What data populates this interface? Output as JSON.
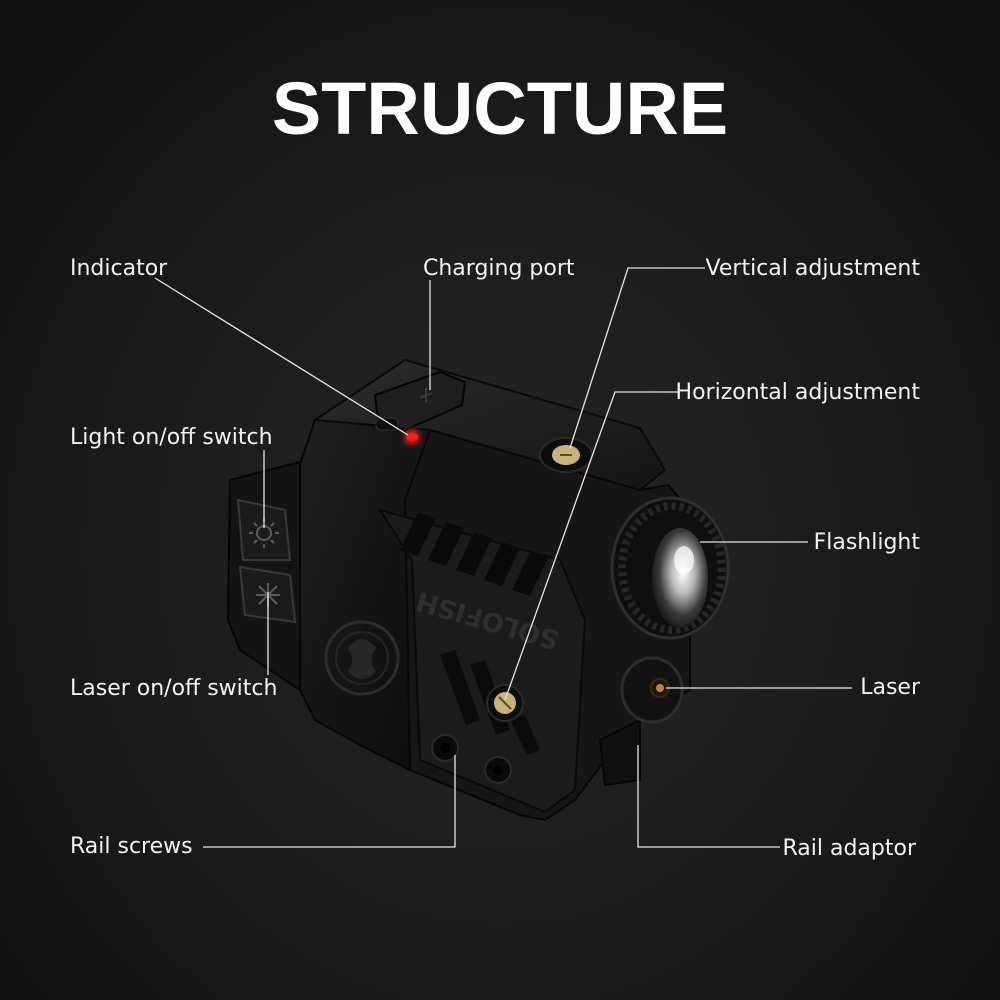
{
  "title": "STRUCTURE",
  "brand": "SOLOFISH",
  "labels": {
    "indicator": "Indicator",
    "charging_port": "Charging port",
    "vertical_adjustment": "Vertical adjustment",
    "horizontal_adjustment": "Horizontal adjustment",
    "light_switch": "Light on/off switch",
    "flashlight": "Flashlight",
    "laser_switch": "Laser on/off switch",
    "laser": "Laser",
    "rail_screws": "Rail screws",
    "rail_adaptor": "Rail adaptor"
  },
  "colors": {
    "indicator_led": "#ff1a1a",
    "laser_aperture": "#c8862a",
    "screw_brass": "#c9b27a"
  }
}
